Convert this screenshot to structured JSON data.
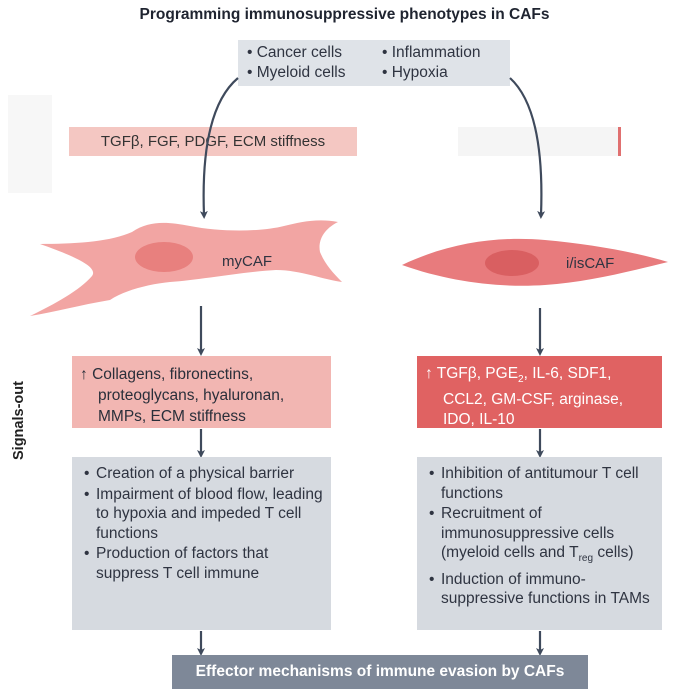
{
  "title": "Programming immunosuppressive phenotypes in CAFs",
  "inputs": {
    "col1": [
      "Cancer cells",
      "Myeloid cells"
    ],
    "col2": [
      "Inflammation",
      "Hypoxia"
    ]
  },
  "signals_in_left": "TGFβ, FGF, PDGF, ECM stiffness",
  "cells": {
    "left": "myCAF",
    "right": "i/isCAF"
  },
  "side_label": "Signals-out",
  "signals_out_left": {
    "arrow": "↑",
    "line1": "Collagens, fibronectins,",
    "line2": "proteoglycans, hyaluronan,",
    "line3": "MMPs, ECM stiffness"
  },
  "signals_out_right": {
    "arrow": "↑",
    "pre": "TGFβ, PGE",
    "sub": "2",
    "post": ", IL-6, SDF1,",
    "line2": "CCL2, GM-CSF, arginase,",
    "line3": "IDO, IL-10"
  },
  "mechanisms_left": [
    "Creation of a physical barrier",
    "Impairment of blood flow, leading to hypoxia and impeded T cell functions",
    "Production of factors that suppress T cell immune"
  ],
  "mechanisms_right": {
    "item1": "Inhibition of antitumour T cell functions",
    "item2_pre": "Recruitment of immunosuppressive cells (myeloid cells and T",
    "item2_sub": "reg",
    "item2_post": " cells)",
    "item3": "Induction of immuno-suppressive functions in TAMs"
  },
  "footer": "Effector mechanisms of immune evasion by CAFs",
  "colors": {
    "input_bg": "#dfe3e8",
    "signal_in": "#f4c7c2",
    "mycaf_fill": "#f2a5a3",
    "iscaf_fill": "#e87b7d",
    "out_left": "#f2b6b2",
    "out_right": "#e06262",
    "mech_bg": "#d6dae0",
    "footer_bg": "#7e8898",
    "arrow": "#3f4a5c"
  }
}
